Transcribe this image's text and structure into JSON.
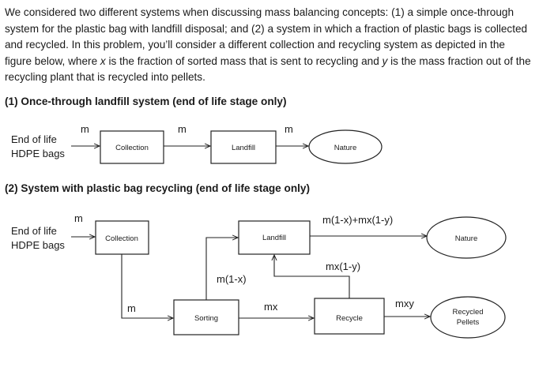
{
  "intro": {
    "part1": "We considered two different systems when discussing mass balancing concepts: (1) a simple once-through system for the plastic bag with landfill disposal; and (2) a system in which a fraction of plastic bags is collected and recycled. In this problem, you’ll consider a different collection and recycling system as depicted in the figure below, where ",
    "var_x": "x",
    "part2": " is the fraction of sorted mass that is sent to recycling and ",
    "var_y": "y",
    "part3": " is the mass fraction out of the recycling plant that is recycled into pellets."
  },
  "section1": {
    "heading": "(1) Once-through landfill system (end of life stage only)",
    "source_line1": "End of life",
    "source_line2": "HDPE bags",
    "boxes": {
      "collection": "Collection",
      "landfill": "Landfill",
      "nature": "Nature"
    },
    "flows": {
      "to_collection": "m",
      "to_landfill": "m",
      "to_nature": "m"
    }
  },
  "section2": {
    "heading": "(2) System with plastic bag recycling (end of life stage only)",
    "source_line1": "End of life",
    "source_line2": "HDPE bags",
    "boxes": {
      "collection": "Collection",
      "landfill": "Landfill",
      "nature": "Nature",
      "sorting": "Sorting",
      "recycle": "Recycle",
      "pellets_line1": "Recycled",
      "pellets_line2": "Pellets"
    },
    "flows": {
      "to_collection": "m",
      "collection_to_sorting": "m",
      "sorting_to_landfill": "m(1-x)",
      "landfill_to_nature": "m(1-x)+mx(1-y)",
      "recycle_to_landfill": "mx(1-y)",
      "sorting_to_recycle": "mx",
      "recycle_to_pellets": "mxy"
    }
  }
}
